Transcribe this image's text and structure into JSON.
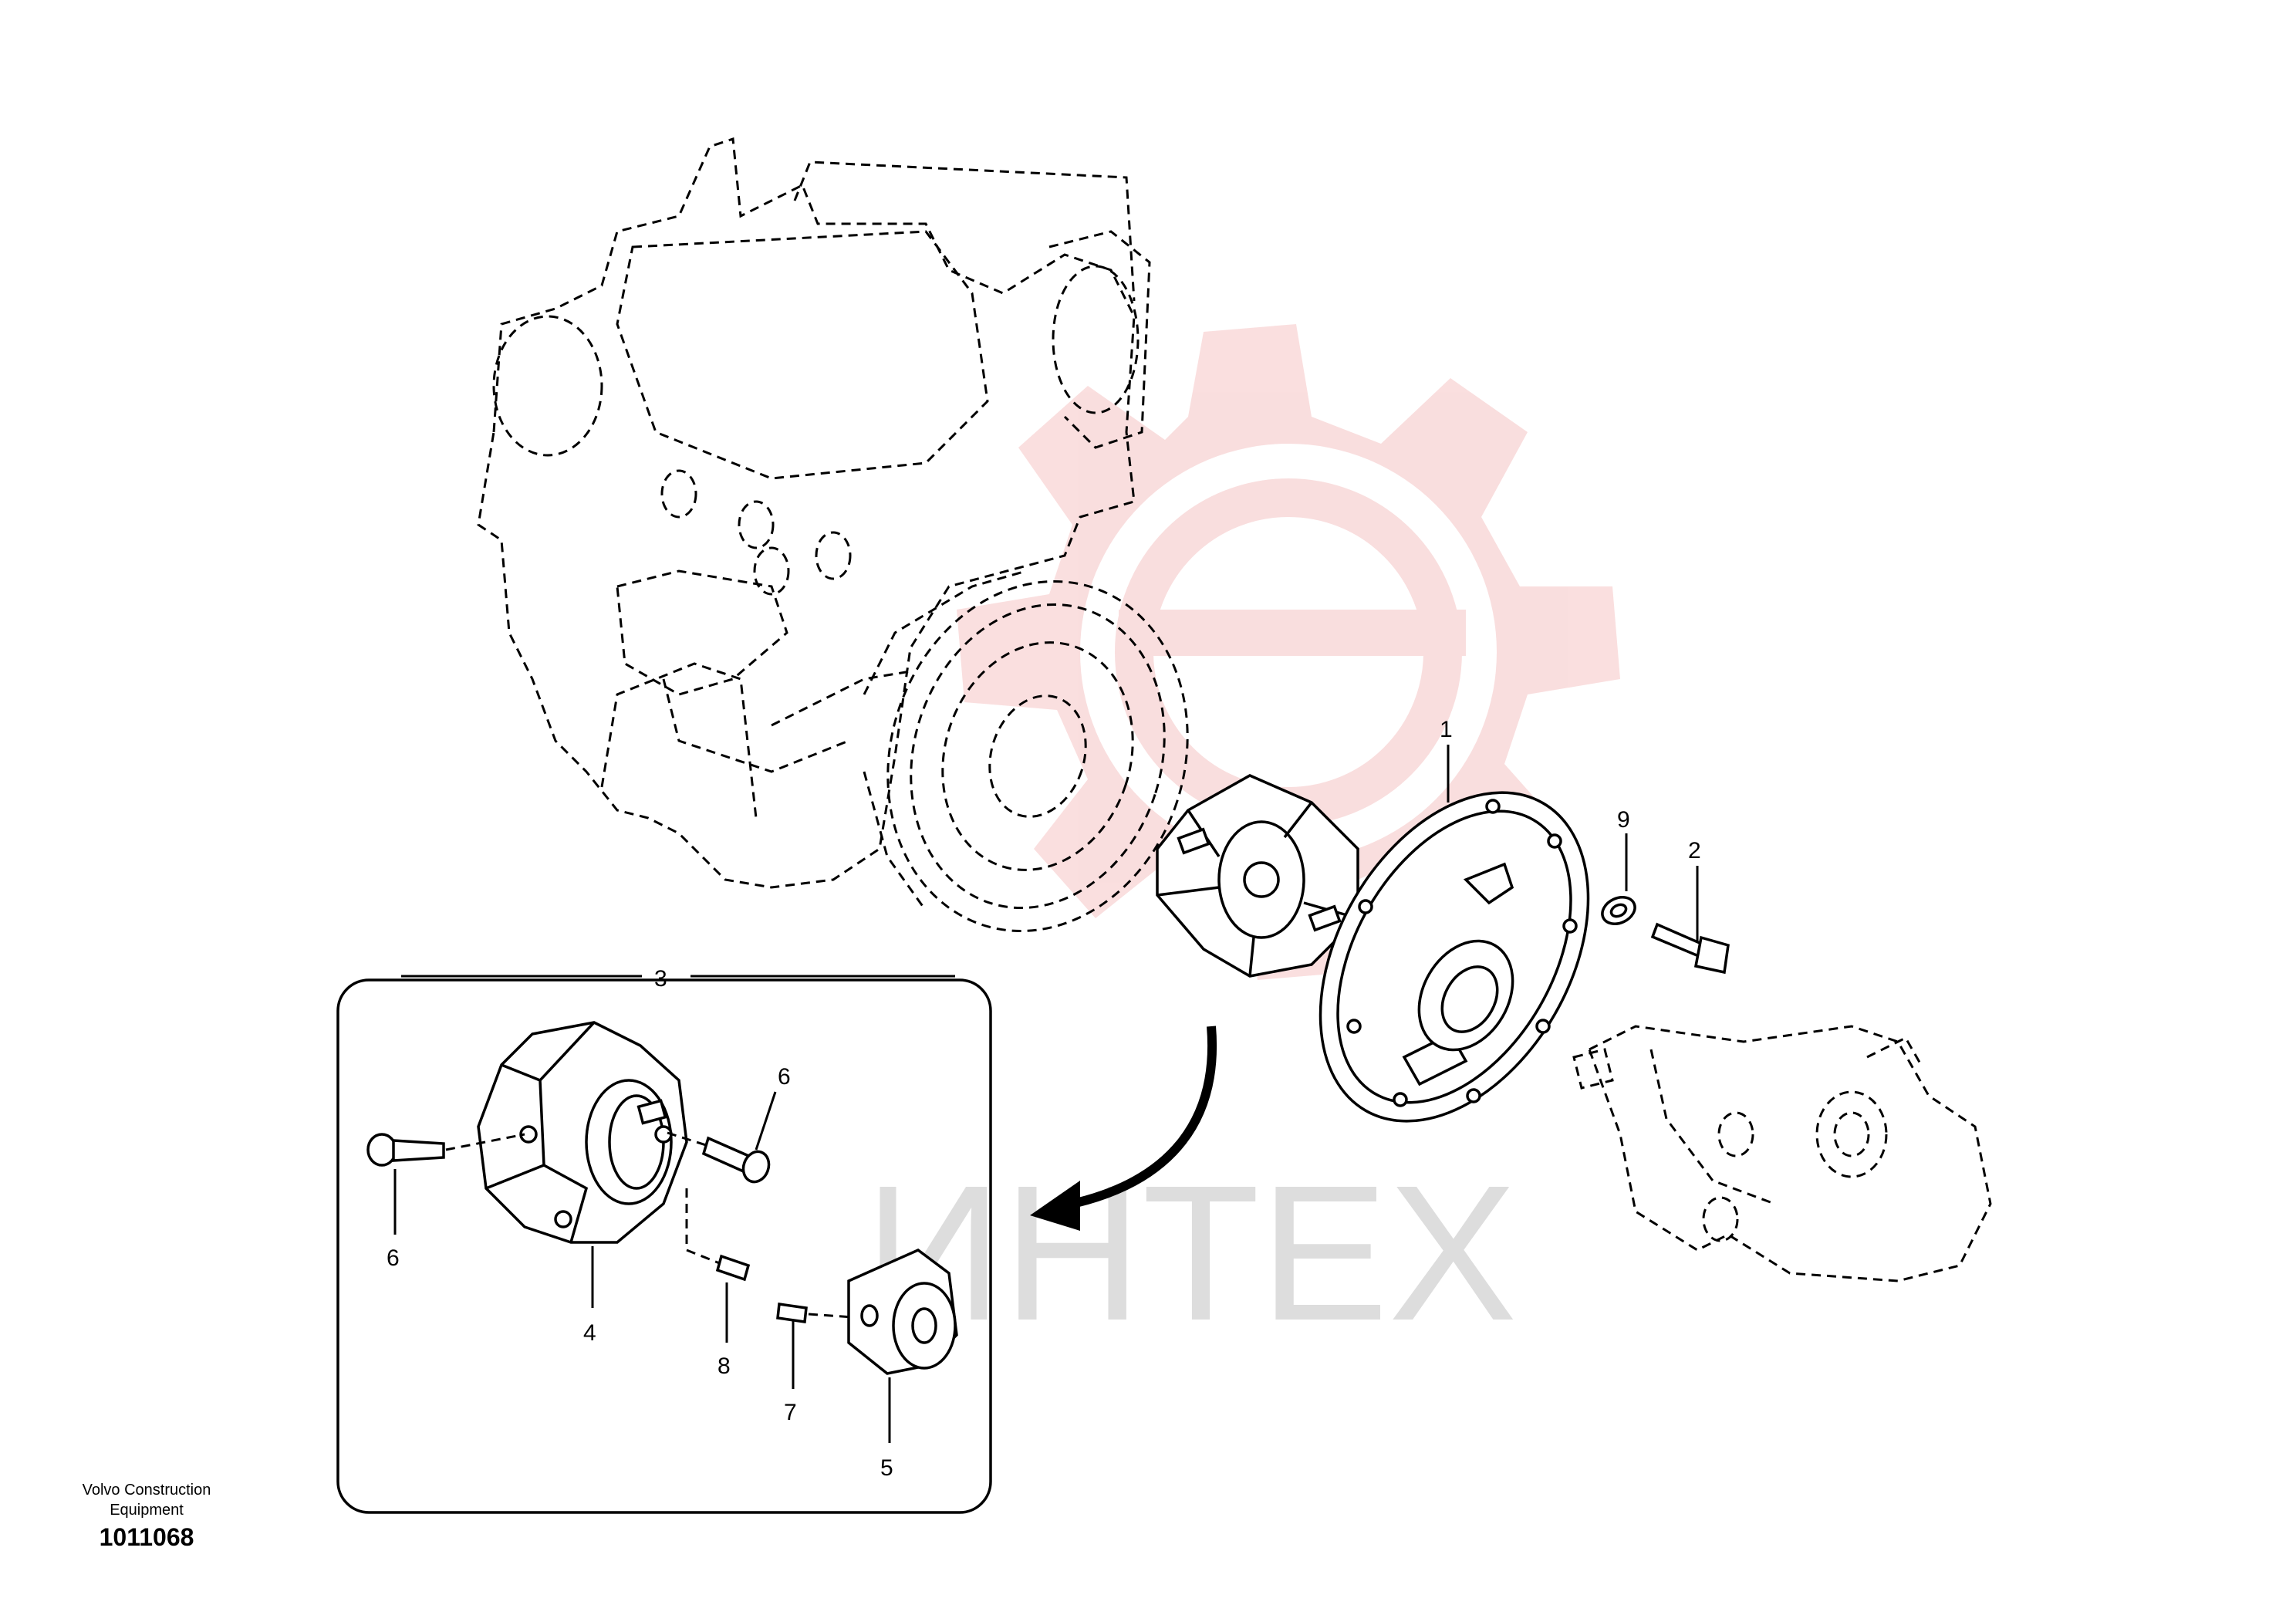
{
  "watermark": {
    "text": "ИНТЕХ",
    "color": "#f2c6c6",
    "text_color": "#dcdcdc"
  },
  "labels": {
    "p1": "1",
    "p2": "2",
    "p3": "3",
    "p4": "4",
    "p5": "5",
    "p6a": "6",
    "p6b": "6",
    "p7": "7",
    "p8": "8",
    "p9": "9"
  },
  "footer": {
    "maker_line1": "Volvo Construction",
    "maker_line2": "Equipment",
    "drawing_number": "1011068"
  }
}
